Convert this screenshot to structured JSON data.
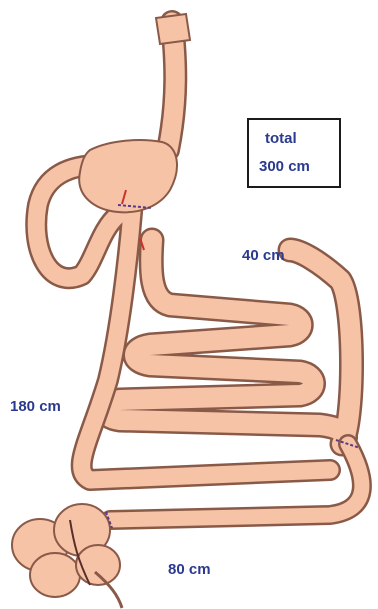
{
  "labels": {
    "total_line1": "total",
    "total_line2": "300 cm",
    "limb_40": "40 cm",
    "limb_180": "180 cm",
    "limb_80": "80 cm"
  },
  "colors": {
    "bowel_fill": "#f6c3a7",
    "bowel_outline": "#8a5a48",
    "label_text": "#2a3a8f",
    "staple_line": "#5a3a8a"
  }
}
